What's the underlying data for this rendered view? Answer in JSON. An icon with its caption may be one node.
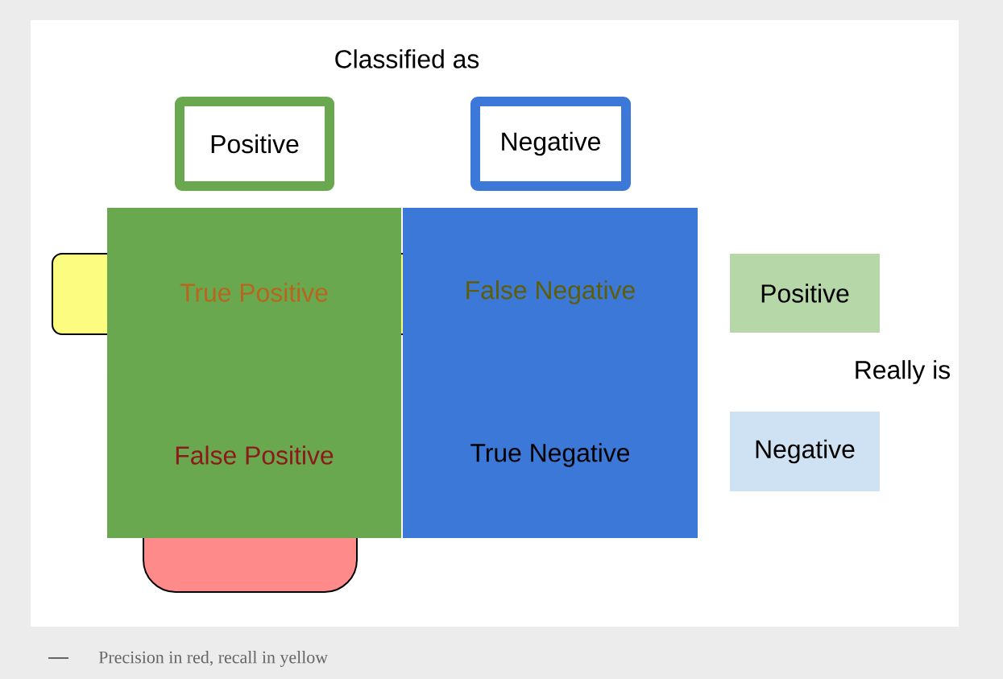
{
  "diagram": {
    "caption": "Precision in red, recall in yellow",
    "nodes": [
      {
        "text": [
          "Positive"
        ]
      },
      {
        "text": [
          "Negative"
        ]
      },
      {
        "text": [
          "True Positive"
        ]
      },
      {
        "text": [
          "False Negative"
        ]
      },
      {
        "text": [
          "Positive"
        ]
      },
      {
        "text": [
          "False Positive"
        ]
      },
      {
        "text": [
          "True Negative"
        ]
      },
      {
        "text": [
          "Negative"
        ]
      }
    ],
    "labels": [
      "Classified as",
      "Really is"
    ]
  }
}
